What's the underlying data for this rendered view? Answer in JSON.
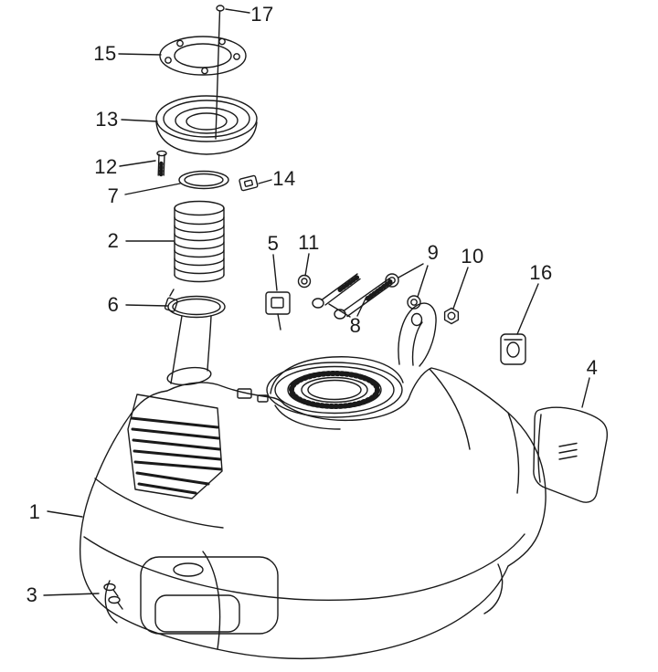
{
  "style": {
    "background": "#ffffff",
    "ink": "#1a1a1a"
  },
  "diagram": {
    "kind": "exploded-parts-line-drawing",
    "callouts": {
      "c1": {
        "label": "1"
      },
      "c2": {
        "label": "2"
      },
      "c3": {
        "label": "3"
      },
      "c4": {
        "label": "4"
      },
      "c5": {
        "label": "5"
      },
      "c6": {
        "label": "6"
      },
      "c7": {
        "label": "7"
      },
      "c8": {
        "label": "8"
      },
      "c9": {
        "label": "9"
      },
      "c10": {
        "label": "10"
      },
      "c11": {
        "label": "11"
      },
      "c12": {
        "label": "12"
      },
      "c13": {
        "label": "13"
      },
      "c14": {
        "label": "14"
      },
      "c15": {
        "label": "15"
      },
      "c16": {
        "label": "16"
      },
      "c17": {
        "label": "17"
      }
    }
  }
}
